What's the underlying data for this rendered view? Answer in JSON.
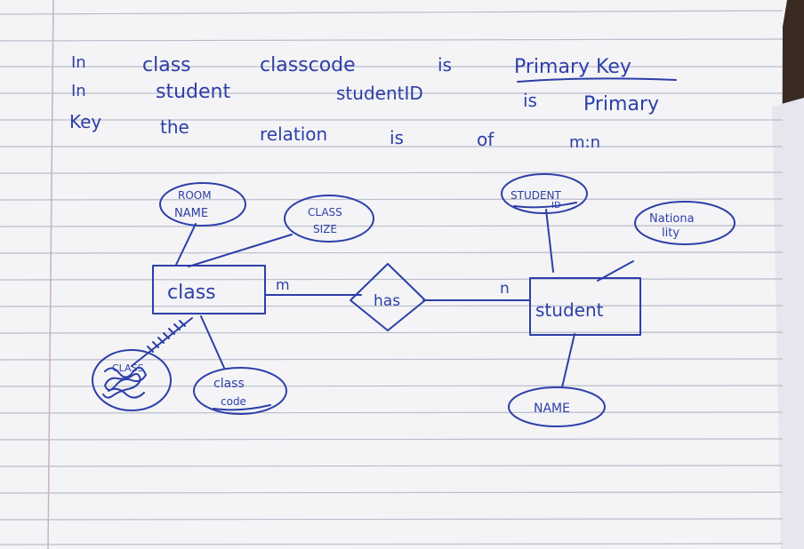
{
  "colors": {
    "ink": "#2d3fa8",
    "paper": "#f4f4f6",
    "rule_line": "#b9bccb",
    "margin_line": "#c9b2bf",
    "background": "#3a2b22"
  },
  "notes": {
    "line1": {
      "w1": "In",
      "w2": "class",
      "w3": "classcode",
      "w4": "is",
      "w5": "Primary Key"
    },
    "line2": {
      "w1": "In",
      "w2": "student",
      "w3": "studentID",
      "w4": "is",
      "w5": "Primary"
    },
    "line3": {
      "w1": "Key",
      "w2": "the",
      "w3": "relation",
      "w4": "is",
      "w5": "of",
      "w6": "m:n"
    }
  },
  "er_diagram": {
    "entities": {
      "class": "class",
      "student": "student"
    },
    "relationship": {
      "label": "has"
    },
    "cardinality": {
      "class_side": "m",
      "student_side": "n"
    },
    "attributes": {
      "room_name": {
        "line1": "ROOM",
        "line2": "NAME"
      },
      "class_size": {
        "line1": "CLASS",
        "line2": "SIZE"
      },
      "class_code": {
        "line1": "class",
        "line2": "code"
      },
      "class_scribbled": {
        "line1": "CLASS"
      },
      "student_id": {
        "line1": "STUDENT",
        "line2": "ID"
      },
      "nationality": {
        "line1": "Nationa",
        "line2": "lity"
      },
      "name": {
        "line1": "NAME"
      }
    }
  }
}
